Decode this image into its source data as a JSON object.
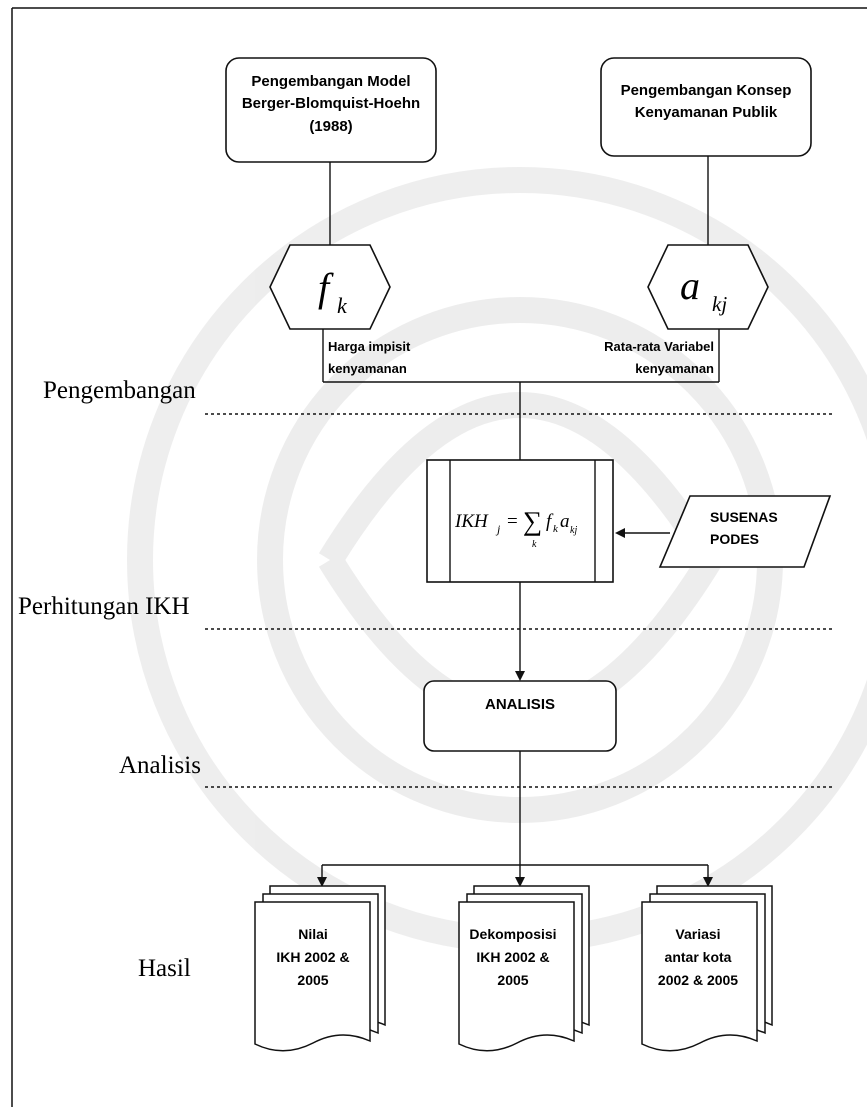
{
  "boxes": {
    "model_line1": "Pengembangan Model",
    "model_line2": "Berger-Blomquist-Hoehn",
    "model_line3": "(1988)",
    "konsep_line1": "Pengembangan Konsep",
    "konsep_line2": "Kenyamanan Publik",
    "analisis": "ANALISIS"
  },
  "hexagons": {
    "left_symbol": "f",
    "left_sub": "k",
    "right_symbol": "a",
    "right_sub": "kj"
  },
  "labels": {
    "harga_line1": "Harga impisit",
    "harga_line2": "kenyamanan",
    "rata_line1": "Rata-rata Variabel",
    "rata_line2": "kenyamanan"
  },
  "formula": {
    "lhs": "IKH",
    "lhs_sub": "j",
    "eq": "=",
    "sum": "∑",
    "sum_sub": "k",
    "f": "f",
    "f_sub": "k",
    "a": "a",
    "a_sub": "kj"
  },
  "data_source": {
    "line1": "SUSENAS",
    "line2": "PODES"
  },
  "sections": {
    "pengembangan": "Pengembangan",
    "perhitungan": "Perhitungan IKH",
    "analisis": "Analisis",
    "hasil": "Hasil"
  },
  "outputs": [
    {
      "line1": "Nilai",
      "line2": "IKH 2002 &",
      "line3": "2005"
    },
    {
      "line1": "Dekomposisi",
      "line2": "IKH 2002 &",
      "line3": "2005"
    },
    {
      "line1": "Variasi",
      "line2": "antar kota",
      "line3": "2002 & 2005"
    }
  ]
}
